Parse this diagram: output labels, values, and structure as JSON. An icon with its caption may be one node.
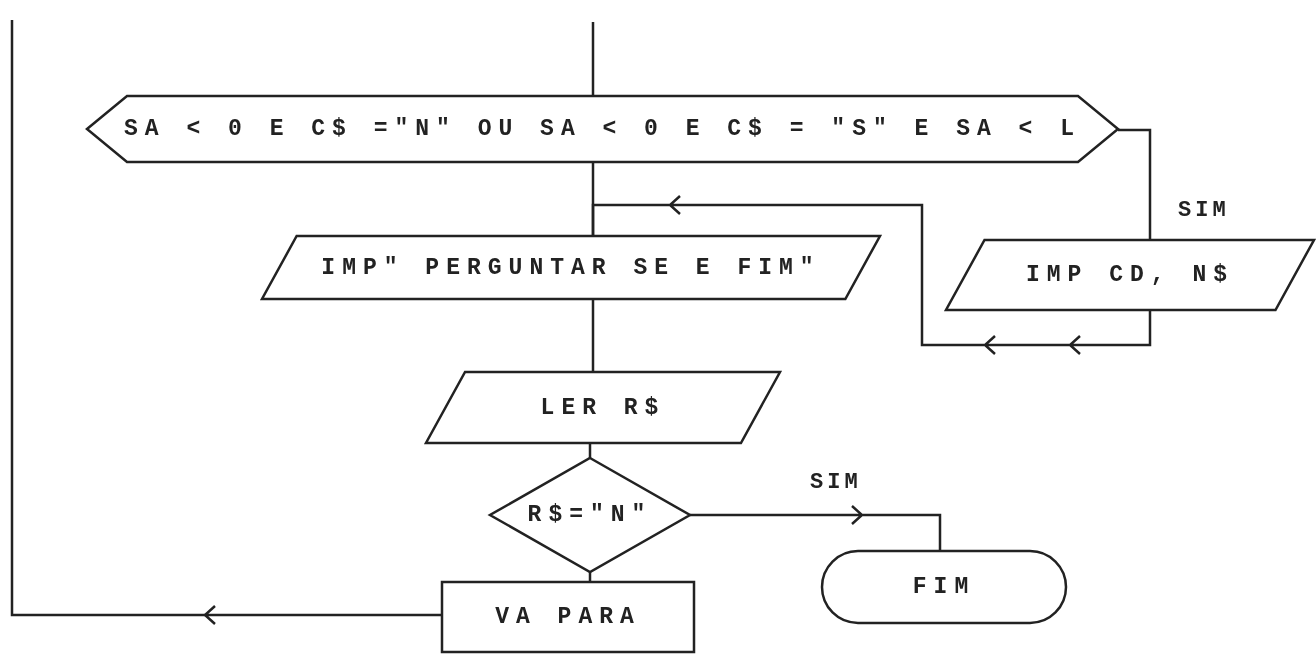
{
  "diagram": {
    "nodes": [
      {
        "text": [
          "SA < 0 E C$ =\"N\" OU SA < 0 E C$ = \"S\" E SA < L"
        ]
      },
      {
        "text": [
          "IMP\" PERGUNTAR SE E FIM\""
        ]
      },
      {
        "text": [
          "IMP CD, N$"
        ]
      },
      {
        "text": [
          "LER R$"
        ]
      },
      {
        "text": [
          "R$=\"N\""
        ]
      },
      {
        "text": [
          "VA PARA"
        ]
      },
      {
        "text": [
          "FIM"
        ]
      }
    ],
    "edges": [
      {
        "from": null,
        "to": 0,
        "arrow": "none"
      },
      {
        "from": 0,
        "to": 1,
        "arrow": "none"
      },
      {
        "from": 0,
        "to": 2,
        "arrow": "none",
        "label": "SIM"
      },
      {
        "from": 2,
        "to": 1,
        "arrow": "to"
      },
      {
        "from": 1,
        "to": 3,
        "arrow": "none"
      },
      {
        "from": 3,
        "to": 4,
        "arrow": "none"
      },
      {
        "from": 4,
        "to": 6,
        "arrow": "to",
        "label": "SIM"
      },
      {
        "from": 4,
        "to": 5,
        "arrow": "none"
      },
      {
        "from": 5,
        "to": null,
        "arrow": "to"
      }
    ]
  }
}
